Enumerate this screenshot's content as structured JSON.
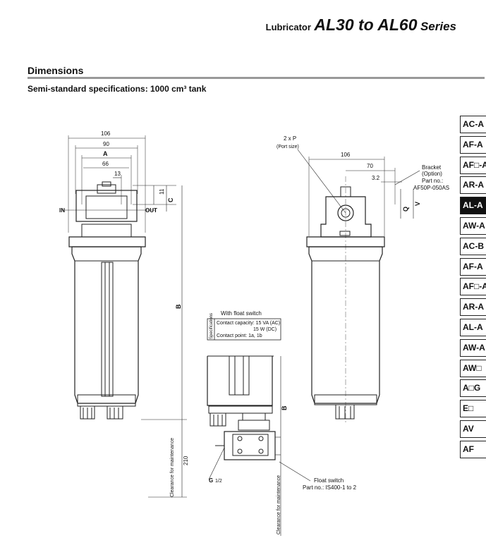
{
  "header": {
    "product": "Lubricator",
    "model": "AL30 to AL60",
    "series": "Series"
  },
  "section_title": "Dimensions",
  "subtitle": "Semi-standard specifications: 1000 cm³ tank",
  "side_tabs": [
    "AC-A",
    "AF-A",
    "AF□-A",
    "AR-A",
    "AL-A",
    "AW-A",
    "AC-B",
    "AF-A",
    "AF□-A",
    "AR-A",
    "AL-A",
    "AW-A",
    "AW□",
    "A□G",
    "E□",
    "AV",
    "AF"
  ],
  "active_tab_index": 4,
  "left_drawing": {
    "dim_106": "106",
    "dim_90": "90",
    "dim_A": "A",
    "dim_66": "66",
    "dim_13": "13",
    "dim_11": "11",
    "dim_C": "C",
    "dim_B": "B",
    "dim_210": "210",
    "in": "IN",
    "out": "OUT",
    "clearance": "Clearance for maintenance"
  },
  "right_drawing": {
    "port_label": "2 x P",
    "port_note": "(Port size)",
    "dim_106": "106",
    "dim_70": "70",
    "dim_32": "3.2",
    "dim_Q": "Q",
    "dim_V": "V",
    "bracket": "Bracket",
    "bracket_option": "(Option)",
    "bracket_partno": "Part no.:",
    "bracket_part": "AF50P-050AS"
  },
  "float_switch": {
    "title": "With float switch",
    "spec_label": "Specifications",
    "capacity_label": "Contact capacity: 15 VA (AC)",
    "capacity_dc": "15 W (DC)",
    "contact_point": "Contact point: 1a, 1b",
    "g_label": "G",
    "g_size": "1/2",
    "dim_B": "B",
    "float_label": "Float switch",
    "float_part": "Part no.: IS400-1 to 2",
    "clearance": "Clearance for maintenance"
  }
}
